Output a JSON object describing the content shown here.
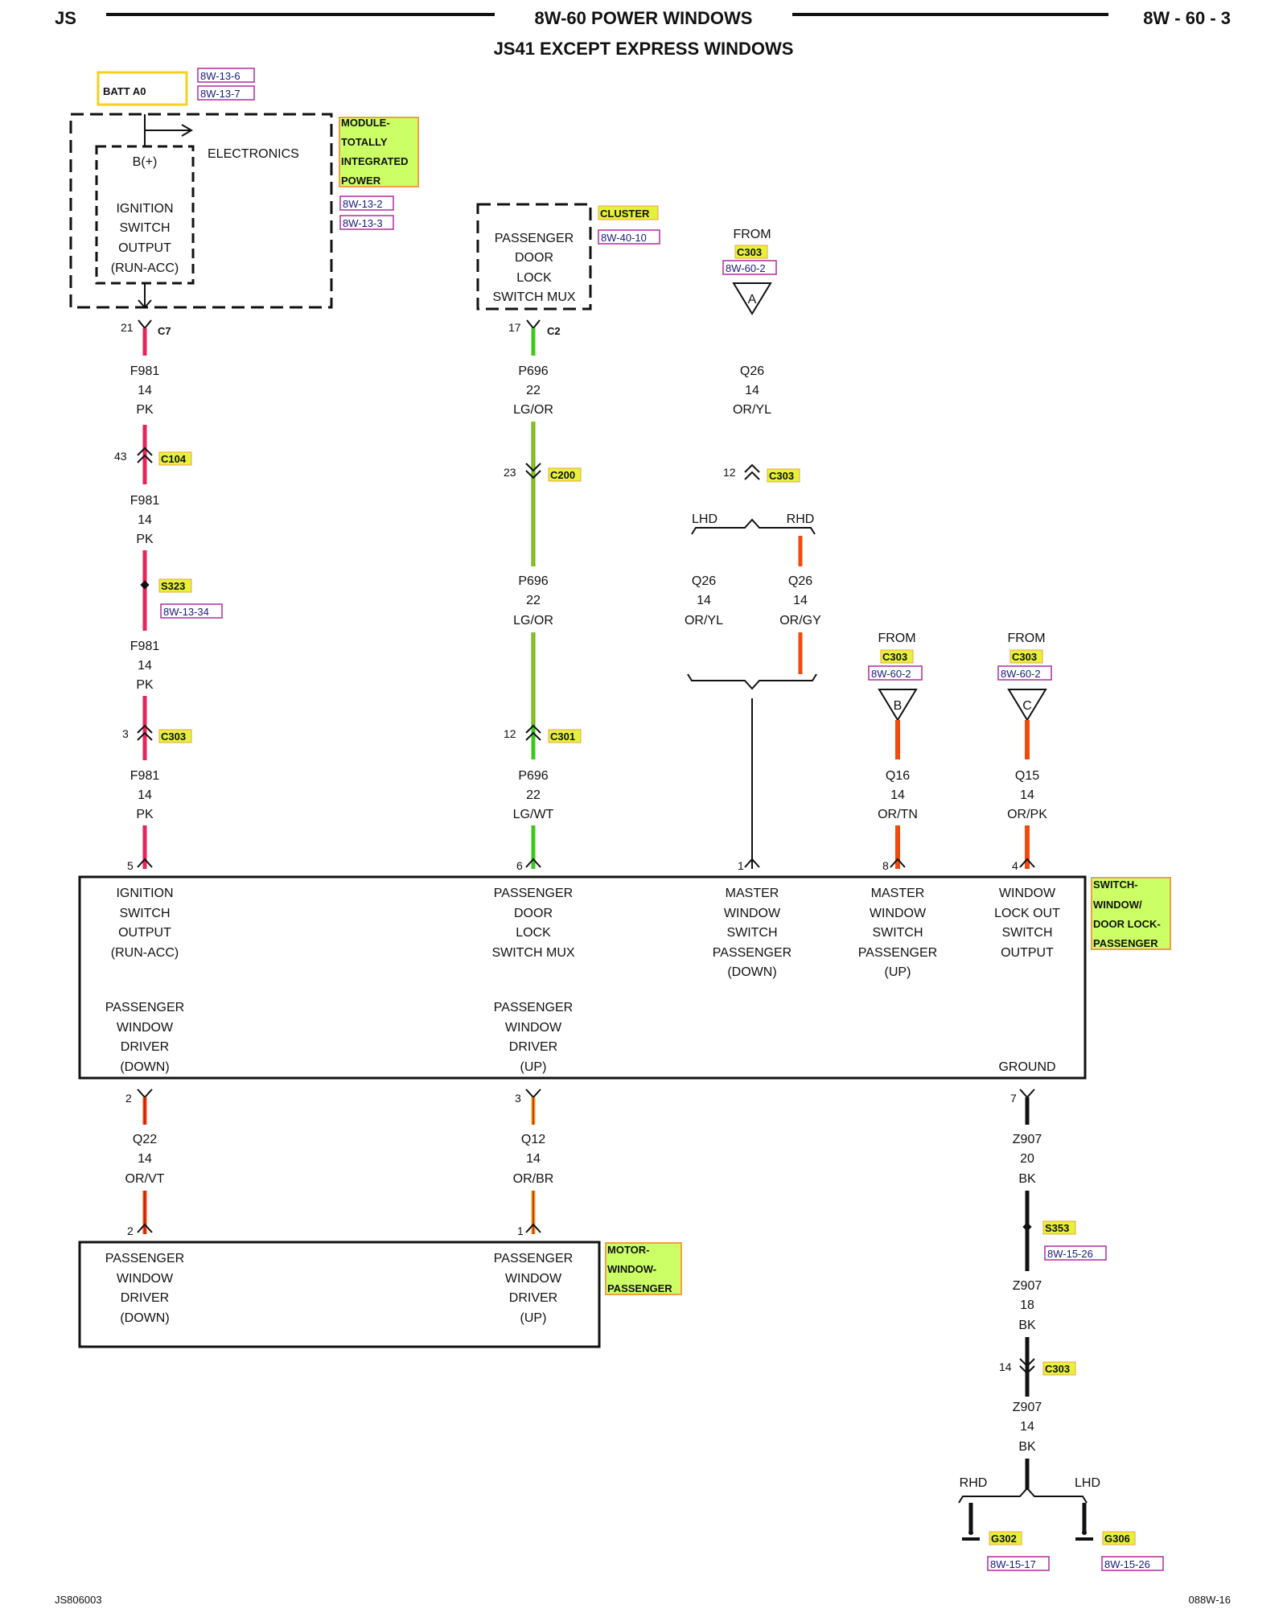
{
  "header": {
    "left": "JS",
    "title": "8W-60 POWER WINDOWS",
    "subtitle": "JS41 EXCEPT EXPRESS WINDOWS",
    "page": "8W - 60 - 3"
  },
  "footer": {
    "left": "JS806003",
    "right": "088W-16"
  },
  "batt": {
    "label": "BATT A0",
    "refs": [
      "8W-13-6",
      "8W-13-7"
    ]
  },
  "tipm": {
    "label": [
      "MODULE-",
      "TOTALLY",
      "INTEGRATED",
      "POWER"
    ],
    "refs": [
      "8W-13-2",
      "8W-13-3"
    ],
    "electronics": "ELECTRONICS",
    "bplus": "B(+)",
    "inner": [
      "IGNITION",
      "SWITCH",
      "OUTPUT",
      "(RUN-ACC)"
    ],
    "pin": "21",
    "conn": "C7"
  },
  "cluster": {
    "label": "CLUSTER",
    "ref": "8W-40-10",
    "text": [
      "PASSENGER",
      "DOOR",
      "LOCK",
      "SWITCH MUX"
    ],
    "pin": "17",
    "conn": "C2"
  },
  "fromA": {
    "from": "FROM",
    "conn": "C303",
    "ref": "8W-60-2",
    "letter": "A"
  },
  "fromB": {
    "from": "FROM",
    "conn": "C303",
    "ref": "8W-60-2",
    "letter": "B"
  },
  "fromC": {
    "from": "FROM",
    "conn": "C303",
    "ref": "8W-60-2",
    "letter": "C"
  },
  "wires": {
    "f981": [
      "F981",
      "14",
      "PK"
    ],
    "p696": [
      "P696",
      "22",
      "LG/OR"
    ],
    "p696b": [
      "P696",
      "22",
      "LG/WT"
    ],
    "q26": [
      "Q26",
      "14",
      "OR/YL"
    ],
    "q26rhd": [
      "Q26",
      "14",
      "OR/GY"
    ],
    "q16": [
      "Q16",
      "14",
      "OR/TN"
    ],
    "q15": [
      "Q15",
      "14",
      "OR/PK"
    ],
    "q22": [
      "Q22",
      "14",
      "OR/VT"
    ],
    "q12": [
      "Q12",
      "14",
      "OR/BR"
    ],
    "z907a": [
      "Z907",
      "20",
      "BK"
    ],
    "z907b": [
      "Z907",
      "18",
      "BK"
    ],
    "z907c": [
      "Z907",
      "14",
      "BK"
    ]
  },
  "connectors": {
    "c104": {
      "pin": "43",
      "name": "C104"
    },
    "s323": {
      "name": "S323",
      "ref": "8W-13-34"
    },
    "c303a": {
      "pin": "3",
      "name": "C303"
    },
    "c200": {
      "pin": "23",
      "name": "C200"
    },
    "c301": {
      "pin": "12",
      "name": "C301"
    },
    "c303b": {
      "pin": "12",
      "name": "C303"
    },
    "s353": {
      "name": "S353",
      "ref": "8W-15-26"
    },
    "c303c": {
      "pin": "14",
      "name": "C303"
    }
  },
  "split": {
    "lhd": "LHD",
    "rhd": "RHD"
  },
  "switch": {
    "label": [
      "SWITCH-",
      "WINDOW/",
      "DOOR LOCK-",
      "PASSENGER"
    ],
    "pins": {
      "p5": "5",
      "p6": "6",
      "p1": "1",
      "p8": "8",
      "p4": "4",
      "p2": "2",
      "p3": "3",
      "p7": "7"
    },
    "pin_labels": {
      "ign": [
        "IGNITION",
        "SWITCH",
        "OUTPUT",
        "(RUN-ACC)"
      ],
      "mux": [
        "PASSENGER",
        "DOOR",
        "LOCK",
        "SWITCH MUX"
      ],
      "mdown": [
        "MASTER",
        "WINDOW",
        "SWITCH",
        "PASSENGER",
        "(DOWN)"
      ],
      "mup": [
        "MASTER",
        "WINDOW",
        "SWITCH",
        "PASSENGER",
        "(UP)"
      ],
      "lockout": [
        "WINDOW",
        "LOCK OUT",
        "SWITCH",
        "OUTPUT"
      ],
      "pwd_down": [
        "PASSENGER",
        "WINDOW",
        "DRIVER",
        "(DOWN)"
      ],
      "pwd_up": [
        "PASSENGER",
        "WINDOW",
        "DRIVER",
        "(UP)"
      ],
      "ground": "GROUND"
    }
  },
  "motor": {
    "label": [
      "MOTOR-",
      "WINDOW-",
      "PASSENGER"
    ],
    "pins": {
      "p2": "2",
      "p1": "1"
    },
    "left": [
      "PASSENGER",
      "WINDOW",
      "DRIVER",
      "(DOWN)"
    ],
    "right": [
      "PASSENGER",
      "WINDOW",
      "DRIVER",
      "(UP)"
    ]
  },
  "grounds": {
    "rhd": "RHD",
    "lhd": "LHD",
    "g302": "G302",
    "g302ref": "8W-15-17",
    "g306": "G306",
    "g306ref": "8W-15-26"
  },
  "colors": {
    "pink": "#e8245a",
    "green": "#3cc81e",
    "orange_yellow": "#f5a30f",
    "orange_red": "#f04a0f",
    "black": "#111111",
    "label_fill": "#ccff66",
    "label_border": "#f0a040",
    "conn_fill": "#e6f23a",
    "ref_border": "#b02aa0"
  }
}
